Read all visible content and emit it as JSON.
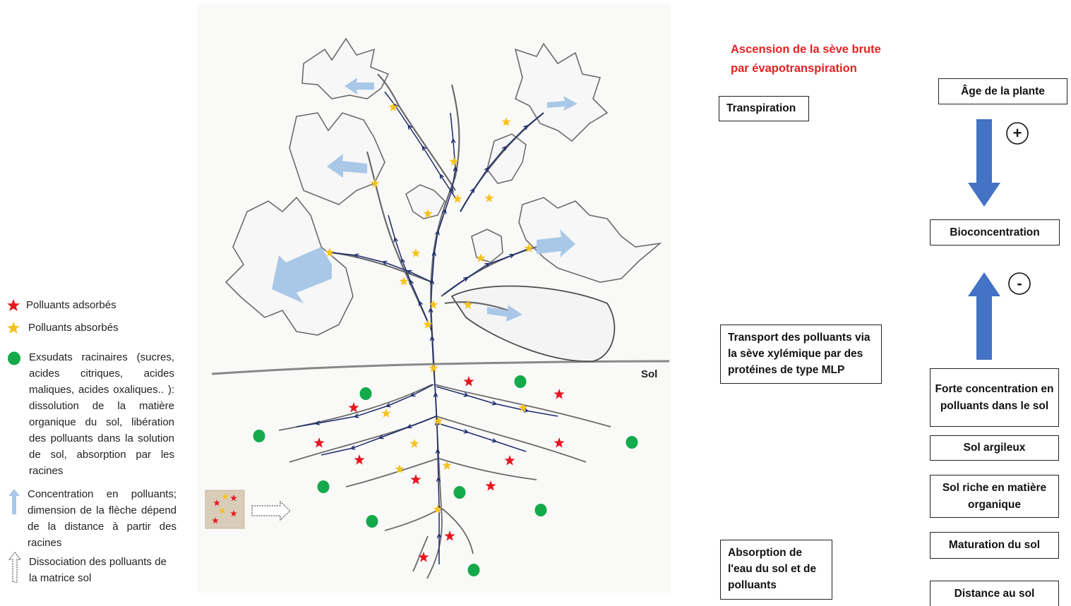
{
  "legend": {
    "adsorbed": "Polluants adsorbés",
    "absorbed": "Polluants absorbés",
    "exudates": "Exsudats racinaires (sucres, acides citriques, acides maliques, acides oxaliques.. ): dissolution de la matière organique du sol, libération des polluants dans la solution de sol, absorption par les racines",
    "concentration": "Concentration en polluants; dimension de la flèche dépend de la distance à partir des racines",
    "dissociation": "Dissociation des polluants de la matrice sol"
  },
  "diagram": {
    "soil_label": "Sol"
  },
  "flow": {
    "title_line1": "Ascension de la sève brute",
    "title_line2": "par évapotranspiration",
    "transpiration": "Transpiration",
    "transport": "Transport des polluants via la sève xylémique par des protéines de type MLP",
    "absorption": "Absorption de l'eau du sol et de polluants"
  },
  "factors": {
    "age": "Âge de la plante",
    "plus": "+",
    "bioconcentration": "Bioconcentration",
    "minus": "-",
    "items": [
      "Forte concentration en polluants dans le sol",
      "Sol argileux",
      "Sol riche en matière organique",
      "Maturation du sol",
      "Distance au sol"
    ]
  },
  "colors": {
    "title_red": "#e52222",
    "arrow_blue": "#4472c4",
    "sap_arrow": "#fde49a",
    "light_blue_arrow": "#a9c8e8",
    "exudate_green": "#14a94a",
    "star_red": "#e8161e",
    "star_yellow": "#f6c21c",
    "xylem_navy": "#1b2a6b"
  }
}
